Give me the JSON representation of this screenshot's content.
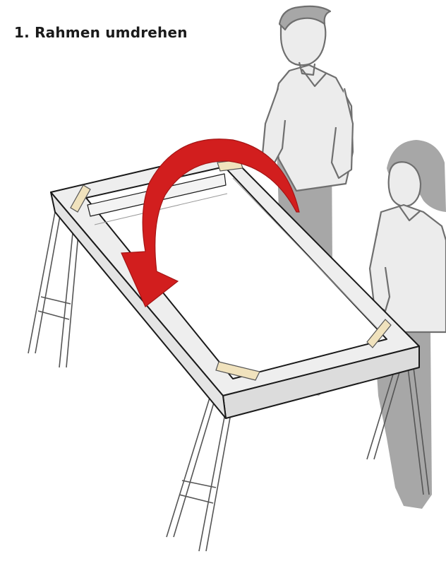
{
  "step": {
    "title": "1. Rahmen umdrehen"
  },
  "colors": {
    "arrow": "#d21e1e",
    "person": "#a7a7a7",
    "tape": "#f0e2bd",
    "frame_top": "#eeeeee",
    "frame_side": "#dcdcdc",
    "outline": "#1a1a1a"
  },
  "illustration": {
    "objects": [
      "person-man",
      "person-woman",
      "frame",
      "sawhorse-left",
      "sawhorse-right",
      "tape-strips",
      "rotation-arrow"
    ]
  }
}
